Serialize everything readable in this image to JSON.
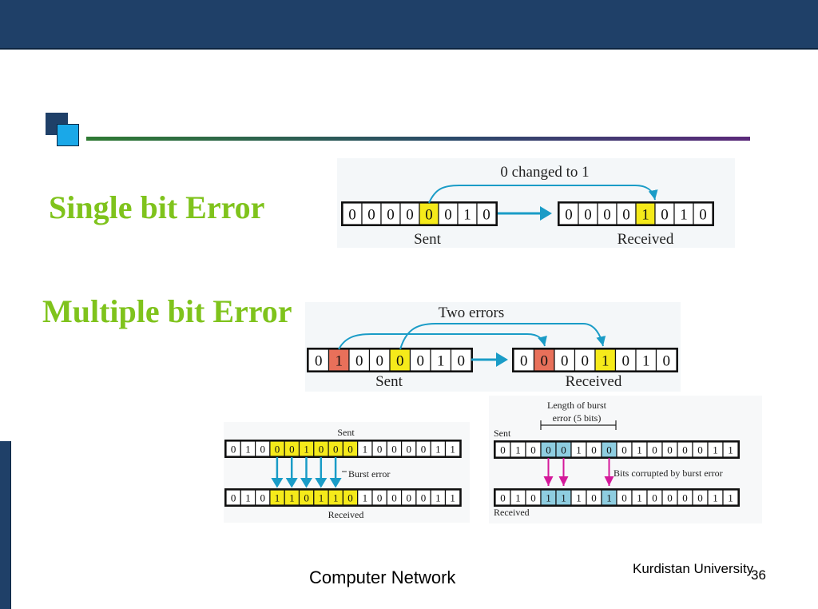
{
  "slide": {
    "heading_single": "Single bit Error",
    "heading_multiple": "Multiple bit Error",
    "footer_course": "Computer Network",
    "footer_university": "Kurdistan University",
    "page_number": "36"
  },
  "colors": {
    "top_bar": "#1f4068",
    "heading_green": "#7fc31c",
    "arrow_blue": "#1a9cc7",
    "highlight_yellow": "#f5ea1a",
    "highlight_red": "#e8705a",
    "highlight_light_blue": "#8ecde0",
    "arrow_magenta": "#d4199a"
  },
  "single_bit_diagram": {
    "caption": "0 changed to 1",
    "sent_label": "Sent",
    "received_label": "Received",
    "sent_bits": [
      "0",
      "0",
      "0",
      "0",
      "0",
      "0",
      "1",
      "0"
    ],
    "received_bits": [
      "0",
      "0",
      "0",
      "0",
      "1",
      "0",
      "1",
      "0"
    ],
    "sent_highlight": [
      4
    ],
    "received_highlight": [
      4
    ]
  },
  "multiple_bit_diagram": {
    "caption": "Two errors",
    "sent_label": "Sent",
    "received_label": "Received",
    "sent_bits": [
      "0",
      "1",
      "0",
      "0",
      "0",
      "0",
      "1",
      "0"
    ],
    "received_bits": [
      "0",
      "0",
      "0",
      "0",
      "1",
      "0",
      "1",
      "0"
    ],
    "sent_red": [
      1
    ],
    "sent_yellow": [
      4
    ],
    "received_red": [
      1
    ],
    "received_yellow": [
      4
    ]
  },
  "burst_left_diagram": {
    "sent_label": "Sent",
    "burst_label": "Burst error",
    "received_label": "Received",
    "sent_bits": [
      "0",
      "1",
      "0",
      "0",
      "0",
      "1",
      "0",
      "0",
      "0",
      "1",
      "0",
      "0",
      "0",
      "0",
      "1",
      "1"
    ],
    "received_bits": [
      "0",
      "1",
      "0",
      "1",
      "1",
      "0",
      "1",
      "1",
      "0",
      "1",
      "0",
      "0",
      "0",
      "0",
      "1",
      "1"
    ],
    "highlight": [
      3,
      4,
      5,
      6,
      7,
      8
    ]
  },
  "burst_right_diagram": {
    "length_label_line1": "Length of  burst",
    "length_label_line2": "error (5 bits)",
    "sent_label": "Sent",
    "corrupted_label": "Bits corrupted by burst error",
    "received_label": "Received",
    "sent_bits": [
      "0",
      "1",
      "0",
      "0",
      "0",
      "1",
      "0",
      "0",
      "0",
      "1",
      "0",
      "0",
      "0",
      "0",
      "1",
      "1"
    ],
    "received_bits": [
      "0",
      "1",
      "0",
      "1",
      "1",
      "1",
      "0",
      "1",
      "0",
      "1",
      "0",
      "0",
      "0",
      "0",
      "1",
      "1"
    ],
    "highlight": [
      3,
      4,
      7
    ]
  }
}
